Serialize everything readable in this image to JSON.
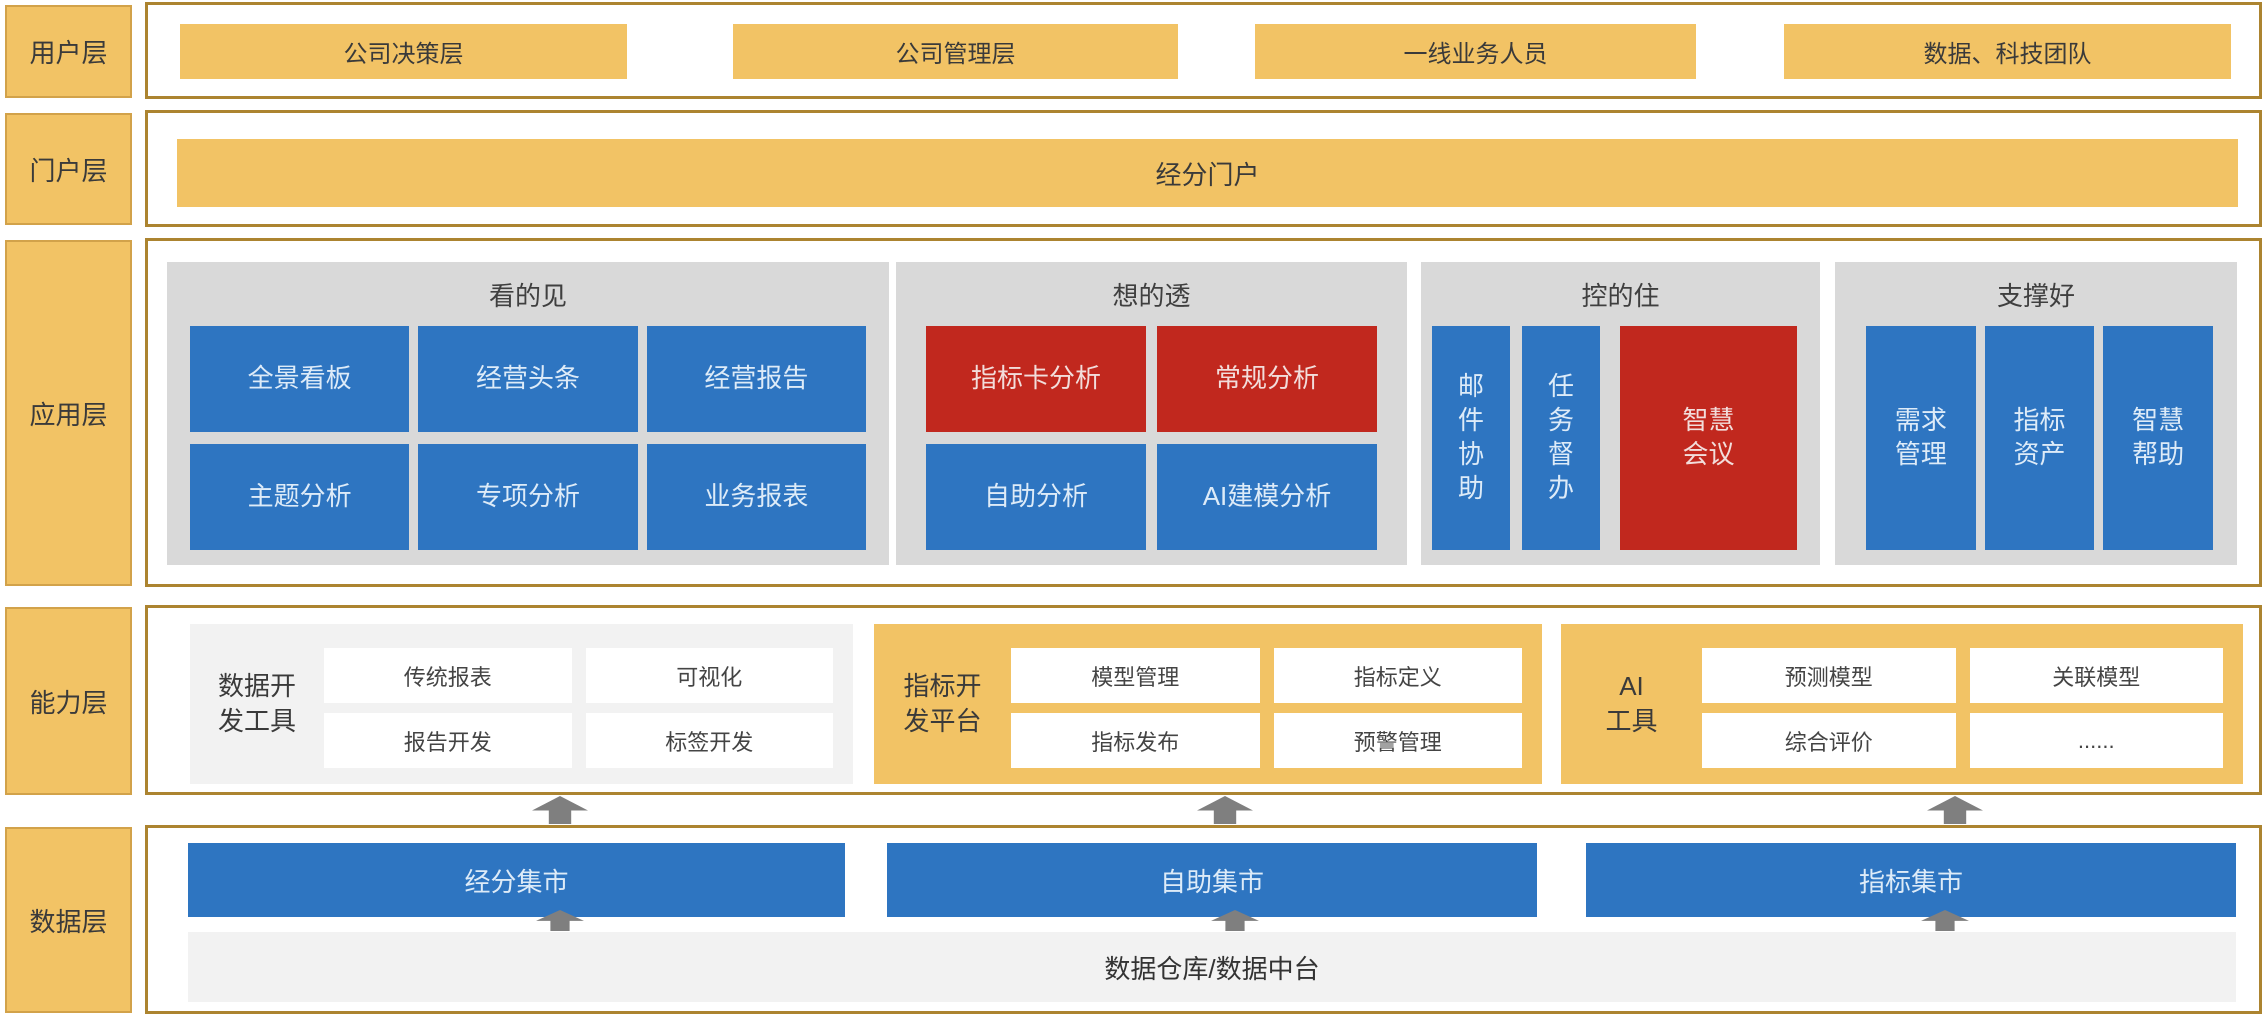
{
  "colors": {
    "gold_border": "#AC8430",
    "label_fill": "#F2C365",
    "label_border": "#D2A24A",
    "panel_gray": "#D9D9D9",
    "light_gray": "#F2F2F2",
    "blue": "#2E75C1",
    "red": "#C1281E",
    "arrow_gray": "#7F7F7F"
  },
  "layers": {
    "user": "用户层",
    "portal": "门户层",
    "app": "应用层",
    "capability": "能力层",
    "data": "数据层"
  },
  "user_layer": {
    "items": [
      "公司决策层",
      "公司管理层",
      "一线业务人员",
      "数据、科技团队"
    ]
  },
  "portal_layer": {
    "banner": "经分门户"
  },
  "app_layer": {
    "sections": [
      {
        "title": "看的见",
        "items": [
          {
            "label": "全景看板",
            "color": "blue"
          },
          {
            "label": "经营头条",
            "color": "blue"
          },
          {
            "label": "经营报告",
            "color": "blue"
          },
          {
            "label": "主题分析",
            "color": "blue"
          },
          {
            "label": "专项分析",
            "color": "blue"
          },
          {
            "label": "业务报表",
            "color": "blue"
          }
        ]
      },
      {
        "title": "想的透",
        "items": [
          {
            "label": "指标卡分析",
            "color": "red"
          },
          {
            "label": "常规分析",
            "color": "red"
          },
          {
            "label": "自助分析",
            "color": "blue"
          },
          {
            "label": "AI建模分析",
            "color": "blue"
          }
        ]
      },
      {
        "title": "控的住",
        "items": [
          {
            "label": "邮\n件\n协\n助",
            "color": "blue"
          },
          {
            "label": "任\n务\n督\n办",
            "color": "blue"
          },
          {
            "label": "智慧\n会议",
            "color": "red"
          }
        ]
      },
      {
        "title": "支撑好",
        "items": [
          {
            "label": "需求\n管理",
            "color": "blue"
          },
          {
            "label": "指标\n资产",
            "color": "blue"
          },
          {
            "label": "智慧\n帮助",
            "color": "blue"
          }
        ]
      }
    ]
  },
  "capability_layer": {
    "groups": [
      {
        "label": "数据开\n发工具",
        "style": "gray",
        "items": [
          "传统报表",
          "可视化",
          "报告开发",
          "标签开发"
        ]
      },
      {
        "label": "指标开\n发平台",
        "style": "orange",
        "items": [
          "模型管理",
          "指标定义",
          "指标发布",
          "预警管理"
        ]
      },
      {
        "label": "AI\n工具",
        "style": "orange",
        "items": [
          "预测模型",
          "关联模型",
          "综合评价",
          "......"
        ]
      }
    ]
  },
  "data_layer": {
    "marts": [
      "经分集市",
      "自助集市",
      "指标集市"
    ],
    "warehouse": "数据仓库/数据中台"
  }
}
